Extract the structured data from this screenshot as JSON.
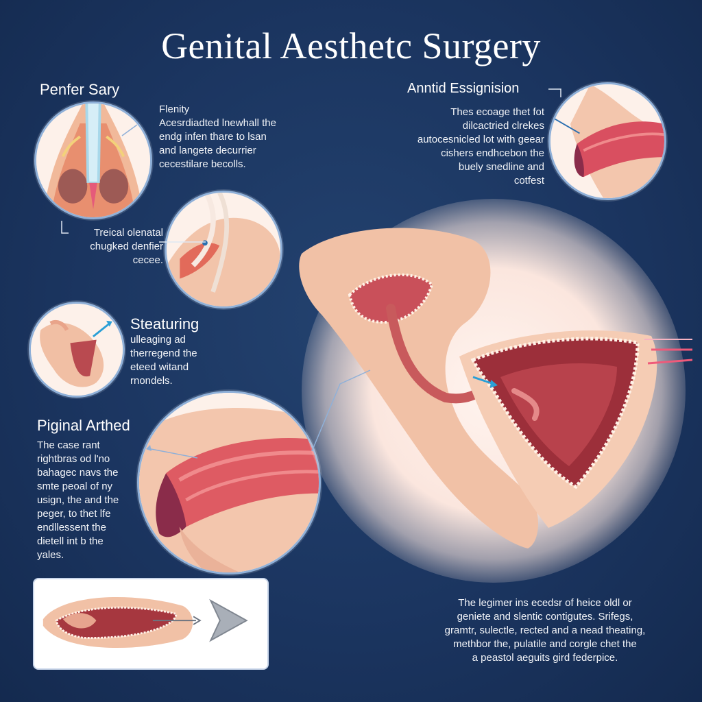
{
  "title": "Genital Aesthetc Surgery",
  "colors": {
    "background": "#1b3560",
    "accent_line": "#8fb0d8",
    "tissue": "#f4c7b0",
    "muscle": "#d9505e",
    "arrow": "#2a9fd6"
  },
  "sections": {
    "top_left": {
      "heading": "Penfer Sary",
      "para_lines": [
        "Flenity",
        "Acesrdiadted lnewhall the",
        "endg infen thare to lsan",
        "and langete decurrier",
        "cecestilare becolls."
      ]
    },
    "top_right": {
      "heading": "Anntid Essignision",
      "para_lines": [
        "Thes ecoage thet fot",
        "dilcactried clrekes",
        "autocesnicled lot with geear",
        "cishers endhcebon the",
        "buely snedline and",
        "cotfest"
      ]
    },
    "middle_caption": {
      "para_lines": [
        "Treical olenatal",
        "chugked denfier",
        "cecee."
      ]
    },
    "stealuring": {
      "heading": "Steaturing",
      "para_lines": [
        "ulleaging ad",
        "therregend the",
        "eteed witand",
        "rnondels."
      ]
    },
    "piginal": {
      "heading": "Piginal Arthed",
      "para_lines": [
        "The case rant",
        "rightbras od l'no",
        "bahagec navs the",
        "smte peoal of ny",
        "usign, the and the",
        "peger, to thet lfe",
        "endllessent the",
        "dietell int b the",
        "yales."
      ]
    },
    "bottom_right": {
      "para_lines": [
        "The legimer ins ecedsr of heice oldl or",
        "geniete and slentic contigutes. Srifegs,",
        "gramtr, sulectle, rected and a nead theating,",
        "methbor the, pulatile and corgle chet the",
        "a peastol aeguits gird federpice."
      ]
    }
  },
  "icons": {
    "instrument": "surgical-instrument-icon",
    "arrow": "pointer-arrow-icon"
  }
}
